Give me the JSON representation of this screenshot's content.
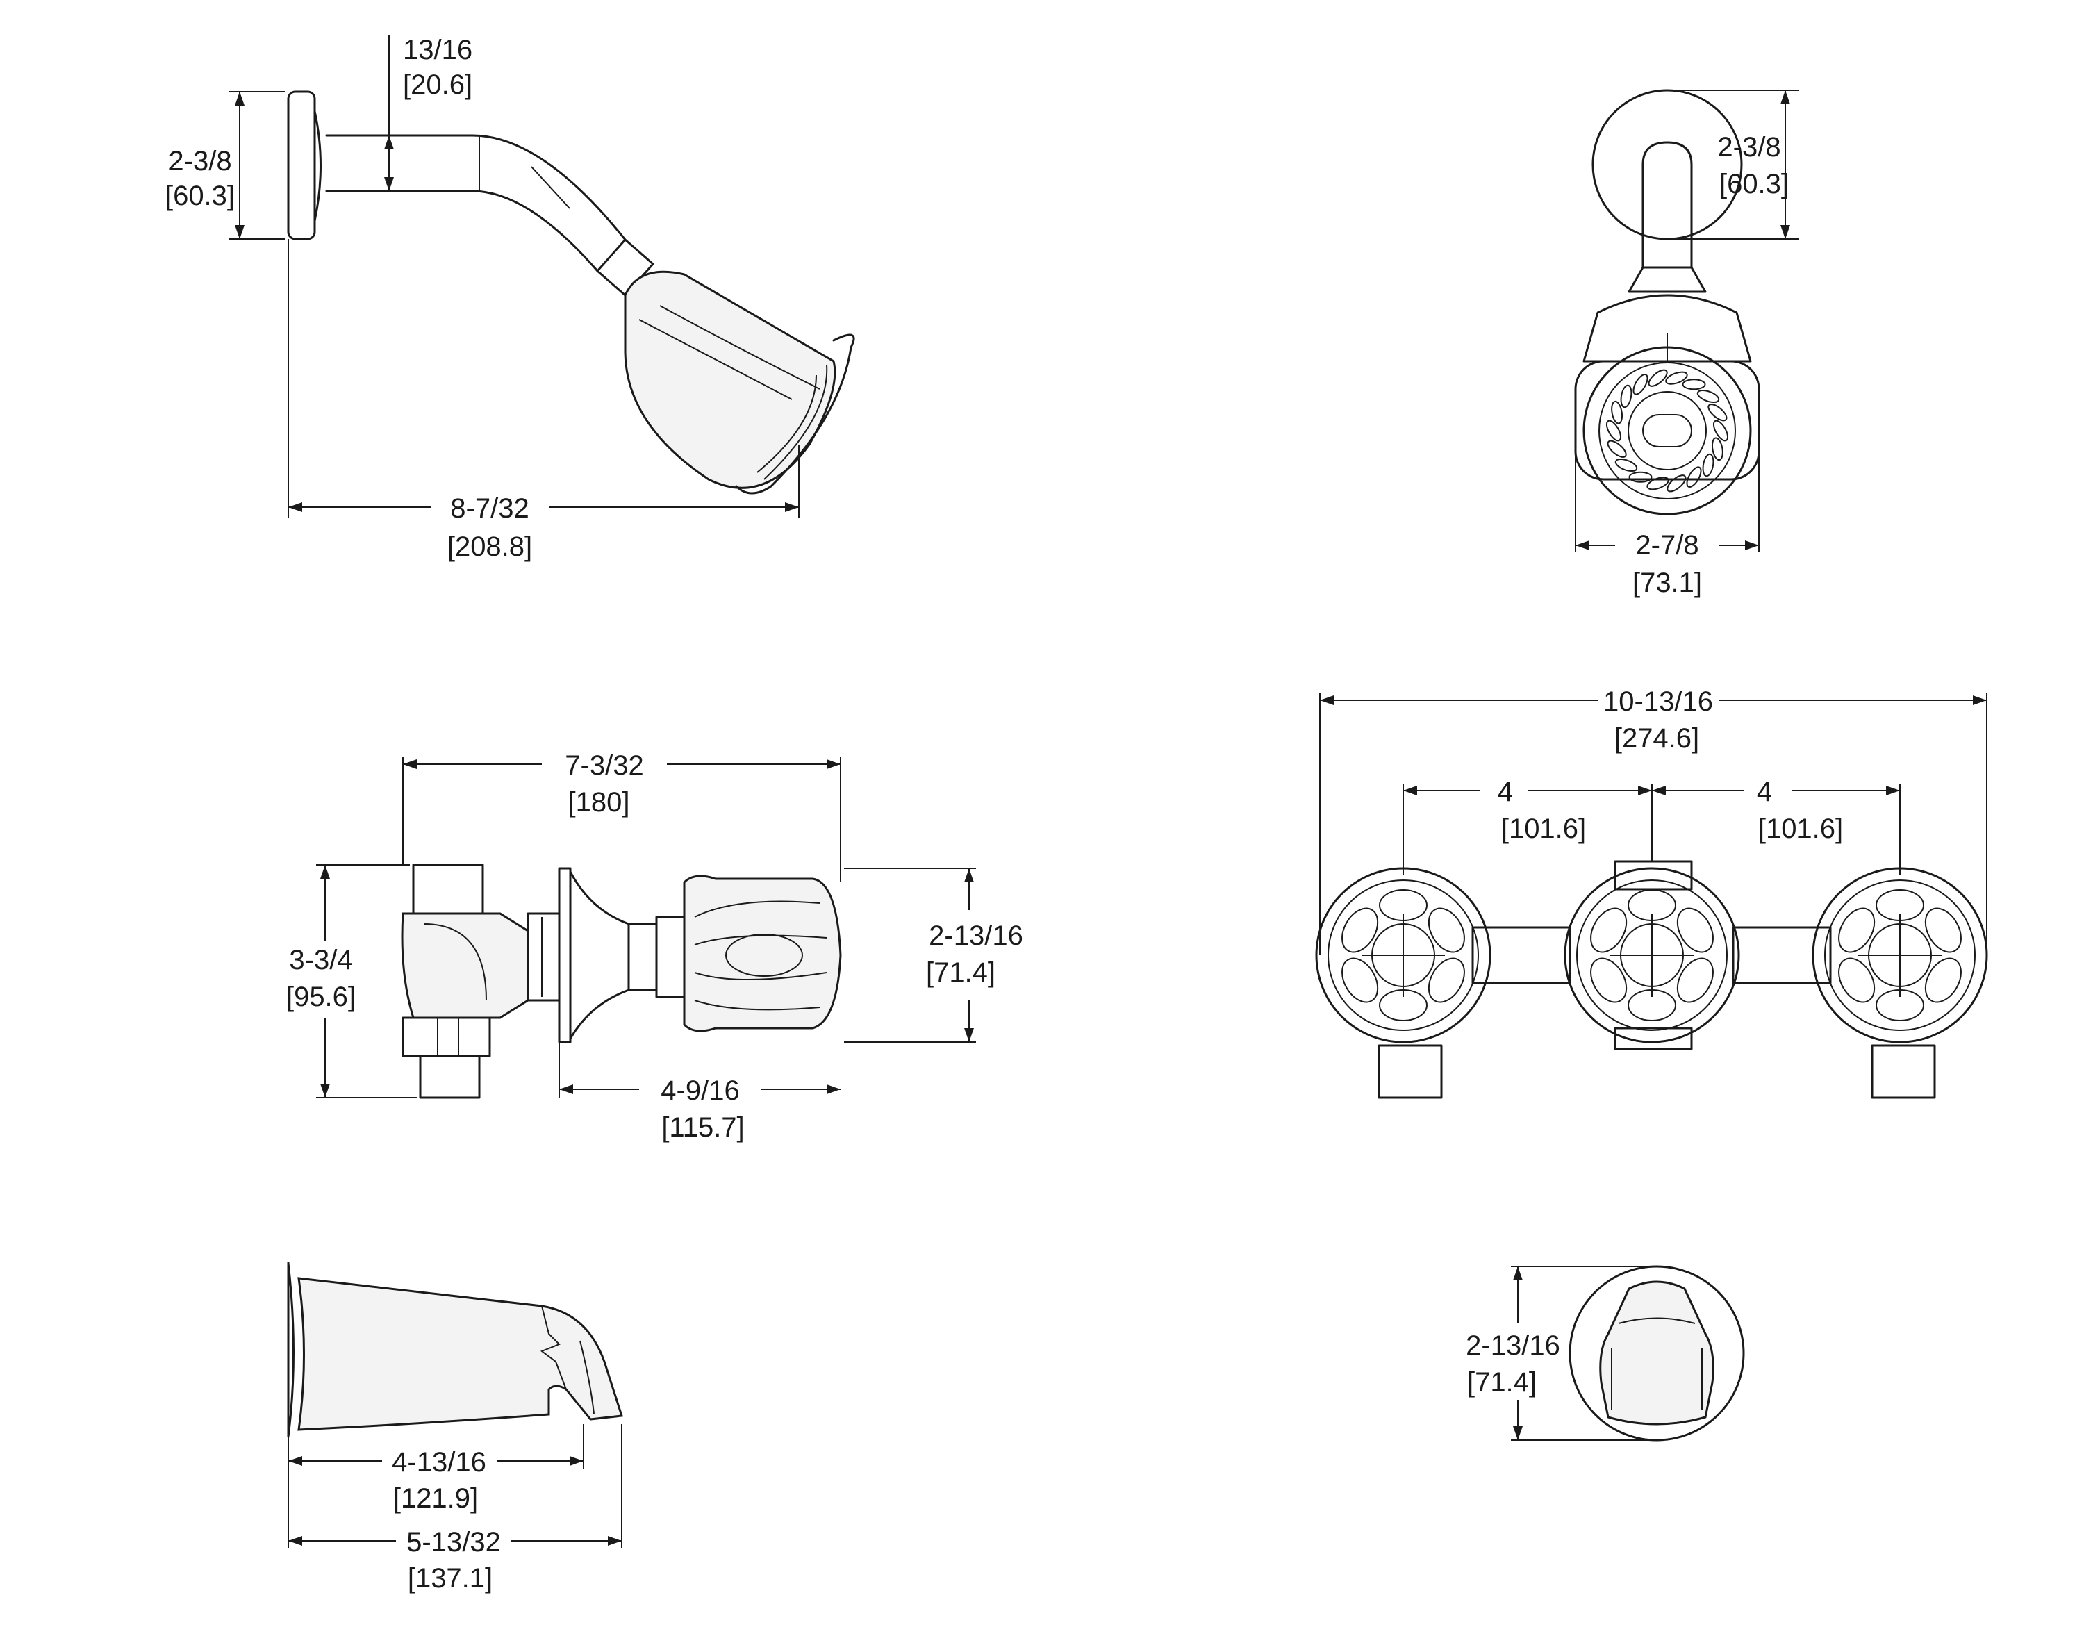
{
  "views": {
    "shower_arm_side": {
      "arm_diameter": {
        "frac": "13/16",
        "mm": "[20.6]"
      },
      "flange_height": {
        "frac": "2-3/8",
        "mm": "[60.3]"
      },
      "projection": {
        "frac": "8-7/32",
        "mm": "[208.8]"
      }
    },
    "shower_head_front": {
      "flange_height": {
        "frac": "2-3/8",
        "mm": "[60.3]"
      },
      "head_width": {
        "frac": "2-7/8",
        "mm": "[73.1]"
      }
    },
    "valve_side": {
      "overall_depth": {
        "frac": "7-3/32",
        "mm": "[180]"
      },
      "body_height": {
        "frac": "3-3/4",
        "mm": "[95.6]"
      },
      "handle_height": {
        "frac": "2-13/16",
        "mm": "[71.4]"
      },
      "handle_depth": {
        "frac": "4-9/16",
        "mm": "[115.7]"
      }
    },
    "valve_front": {
      "overall_width": {
        "frac": "10-13/16",
        "mm": "[274.6]"
      },
      "spacing_left": {
        "frac": "4",
        "mm": "[101.6]"
      },
      "spacing_right": {
        "frac": "4",
        "mm": "[101.6]"
      }
    },
    "tub_spout_side": {
      "outlet_reach": {
        "frac": "4-13/16",
        "mm": "[121.9]"
      },
      "overall_reach": {
        "frac": "5-13/32",
        "mm": "[137.1]"
      }
    },
    "tub_spout_front": {
      "height": {
        "frac": "2-13/16",
        "mm": "[71.4]"
      }
    }
  }
}
